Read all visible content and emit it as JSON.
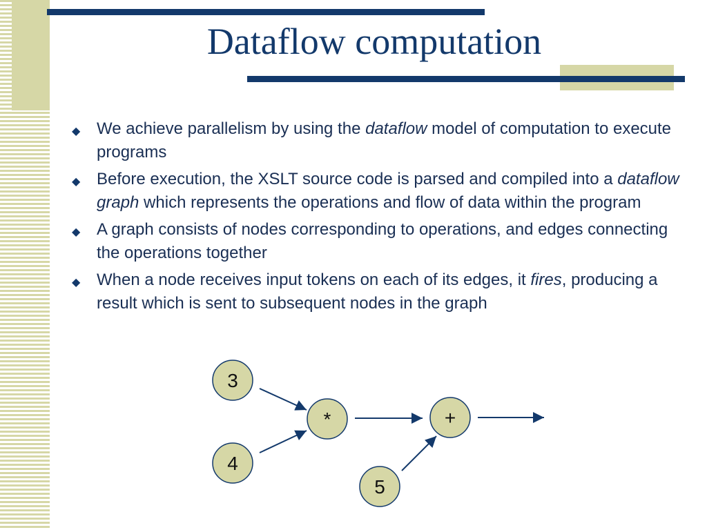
{
  "slide": {
    "title": "Dataflow computation",
    "bullets": [
      {
        "parts": [
          {
            "text": "We achieve parallelism by using the ",
            "italic": false
          },
          {
            "text": "dataflow",
            "italic": true
          },
          {
            "text": " model of computation to execute programs",
            "italic": false
          }
        ]
      },
      {
        "parts": [
          {
            "text": "Before execution, the XSLT source code is parsed and compiled into a ",
            "italic": false
          },
          {
            "text": "dataflow graph",
            "italic": true
          },
          {
            "text": " which represents the operations and flow of data within the program",
            "italic": false
          }
        ]
      },
      {
        "parts": [
          {
            "text": "A graph consists of nodes corresponding to operations, and edges connecting the operations together",
            "italic": false
          }
        ]
      },
      {
        "parts": [
          {
            "text": "When a node receives input tokens on each of its edges, it ",
            "italic": false
          },
          {
            "text": "fires",
            "italic": true
          },
          {
            "text": ", producing a result which is sent to subsequent nodes in the graph",
            "italic": false
          }
        ]
      }
    ]
  },
  "graph": {
    "nodes": {
      "three": "3",
      "four": "4",
      "multiply": "*",
      "plus": "+",
      "five": "5"
    }
  },
  "colors": {
    "accent": "#13396b",
    "panel": "#d6d7a6",
    "node_fill": "#d6d7a6"
  }
}
